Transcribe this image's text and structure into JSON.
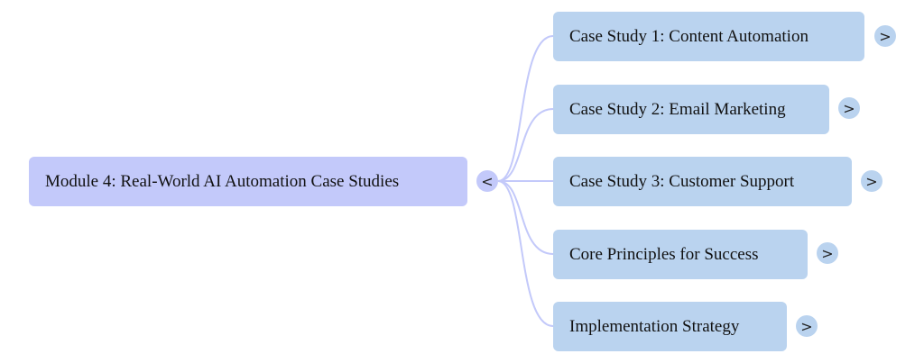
{
  "root": {
    "label": "Module 4: Real-World AI Automation Case Studies",
    "toggle_icon": "<",
    "color": "#c3c9fa"
  },
  "children": [
    {
      "label": "Case Study 1: Content Automation",
      "toggle_icon": ">"
    },
    {
      "label": "Case Study 2: Email Marketing",
      "toggle_icon": ">"
    },
    {
      "label": "Case Study 3: Customer Support",
      "toggle_icon": ">"
    },
    {
      "label": "Core Principles for Success",
      "toggle_icon": ">"
    },
    {
      "label": "Implementation Strategy",
      "toggle_icon": ">"
    }
  ],
  "colors": {
    "child": "#bad3ef",
    "link": "#c3c9fa"
  }
}
